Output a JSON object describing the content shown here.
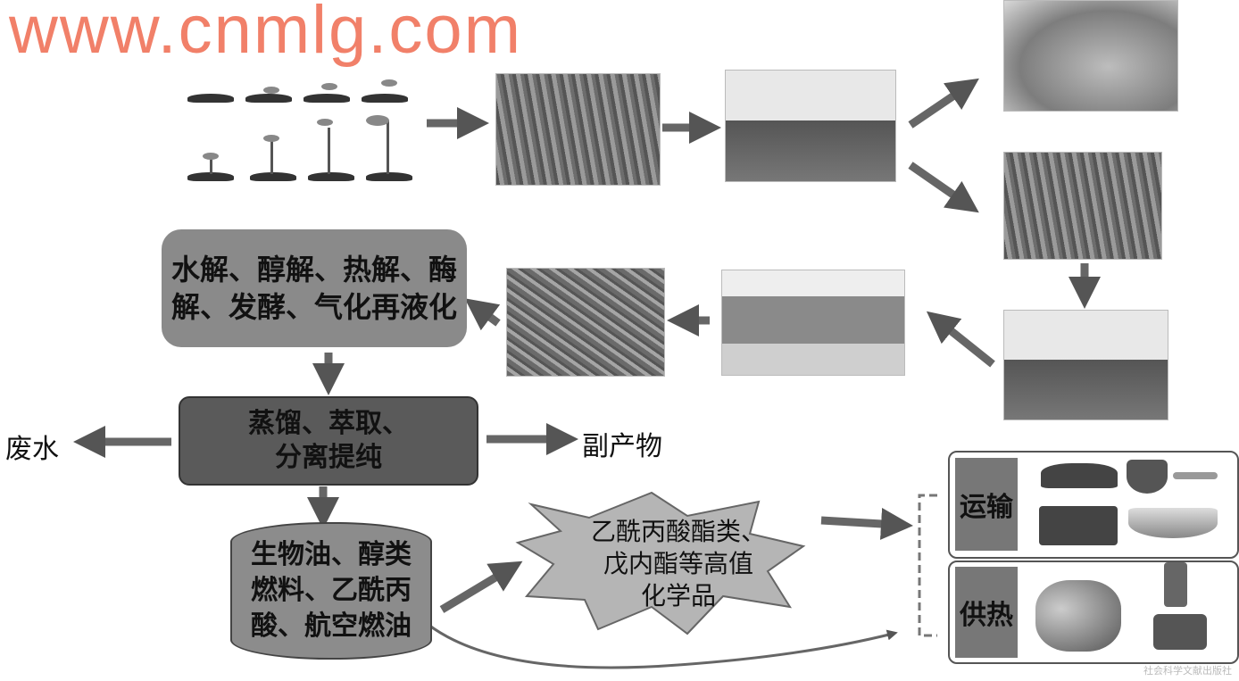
{
  "process_box": "水解、醇解、热解、酶解、发酵、气化再液化",
  "separation_box": [
    "蒸馏、萃取、",
    "分离提纯"
  ],
  "waste_label": "废水",
  "byproduct_label": "副产物",
  "products_cylinder": [
    "生物油、醇类",
    "燃料、乙酰丙",
    "酸、航空燃油"
  ],
  "chemicals_star": [
    "乙酰丙酸酯类、",
    "戊内酯等高值",
    "化学品"
  ],
  "transport_label": "运输",
  "heating_label": "供热",
  "watermark": "www.cnmlg.com",
  "publisher_watermark": "社会科学文献出版社"
}
